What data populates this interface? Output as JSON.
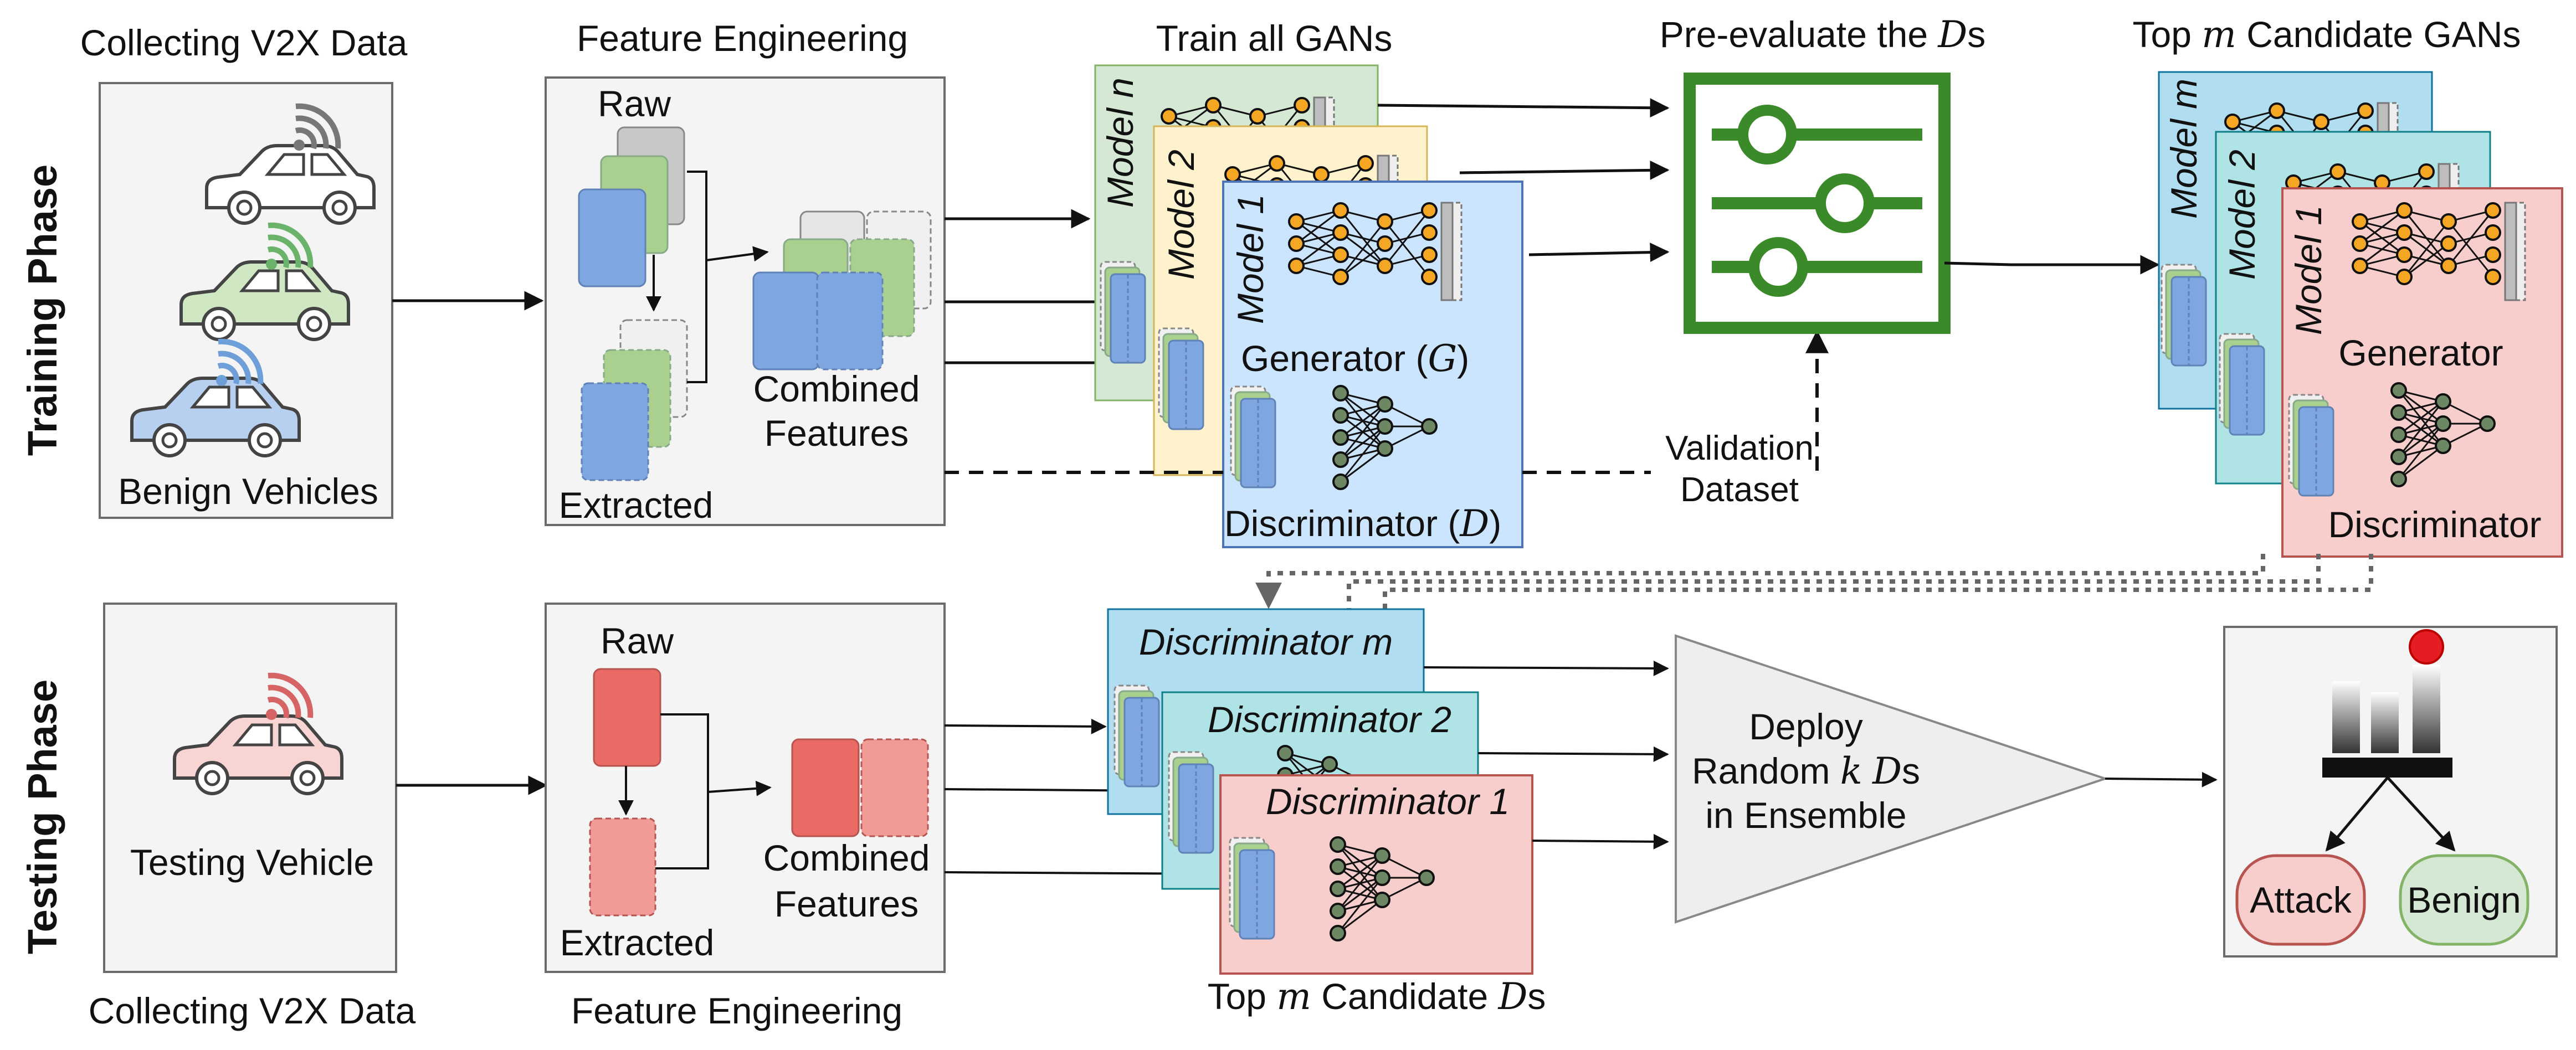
{
  "phases": {
    "training": "Training Phase",
    "testing": "Testing Phase"
  },
  "training": {
    "collect_title": "Collecting V2X Data",
    "benign_label": "Benign Vehicles",
    "fe_title": "Feature Engineering",
    "fe_raw": "Raw",
    "fe_extracted": "Extracted",
    "fe_combined_1": "Combined",
    "fe_combined_2": "Features",
    "train_title": "Train all GANs",
    "model_n": "Model n",
    "model_2": "Model 2",
    "model_1": "Model 1",
    "generator_prefix": "Generator (",
    "generator_symbol": "G",
    "generator_suffix": ")",
    "discriminator_prefix": "Discriminator (",
    "discriminator_symbol": "D",
    "discriminator_suffix": ")",
    "preeval_prefix": "Pre-evaluate the ",
    "preeval_symbol": "D",
    "preeval_suffix": "s",
    "validation_1": "Validation",
    "validation_2": "Dataset",
    "topm_prefix": "Top ",
    "topm_symbol": "m",
    "topm_suffix": " Candidate GANs",
    "cand_model_m": "Model m",
    "cand_model_2": "Model 2",
    "cand_model_1": "Model 1",
    "cand_generator": "Generator",
    "cand_discriminator": "Discriminator"
  },
  "testing": {
    "vehicle_label": "Testing Vehicle",
    "collect_caption": "Collecting V2X Data",
    "fe_raw": "Raw",
    "fe_extracted": "Extracted",
    "fe_combined_1": "Combined",
    "fe_combined_2": "Features",
    "fe_caption": "Feature Engineering",
    "disc_m": "Discriminator m",
    "disc_2": "Discriminator 2",
    "disc_1": "Discriminator 1",
    "topd_prefix": "Top ",
    "topd_symbol": "m",
    "topd_suffix": " Candidate ",
    "topd_symbol2": "D",
    "topd_suffix2": "s",
    "deploy_1": "Deploy",
    "deploy_2_prefix": "Random ",
    "deploy_2_symbol": "k",
    "deploy_2_mid": " ",
    "deploy_2_symbol2": "D",
    "deploy_2_suffix": "s",
    "deploy_3": "in Ensemble",
    "attack": "Attack",
    "benign": "Benign"
  },
  "colors": {
    "panel_fill": "#f4f4f4",
    "panel_stroke": "#6b6b6b",
    "model_green": "#d5e8d4",
    "model_yellow": "#fff2cc",
    "model_blue": "#cce5ff",
    "model_cyan": "#b1ddf0",
    "model_teal": "#b0e3e6",
    "model_red": "#f8cecc",
    "feature_blue": "#7ea6e0",
    "feature_green": "#a9d08e",
    "feature_gray": "#c8c8c8",
    "feature_red": "#ea6b66",
    "node_orange": "#f5a623",
    "node_gray": "#6d8764",
    "preeval_green": "#3a8a2a",
    "attack_fill": "#f8cecc",
    "attack_stroke": "#b85450",
    "benign_fill": "#d5e8d4",
    "benign_stroke": "#82b366"
  }
}
